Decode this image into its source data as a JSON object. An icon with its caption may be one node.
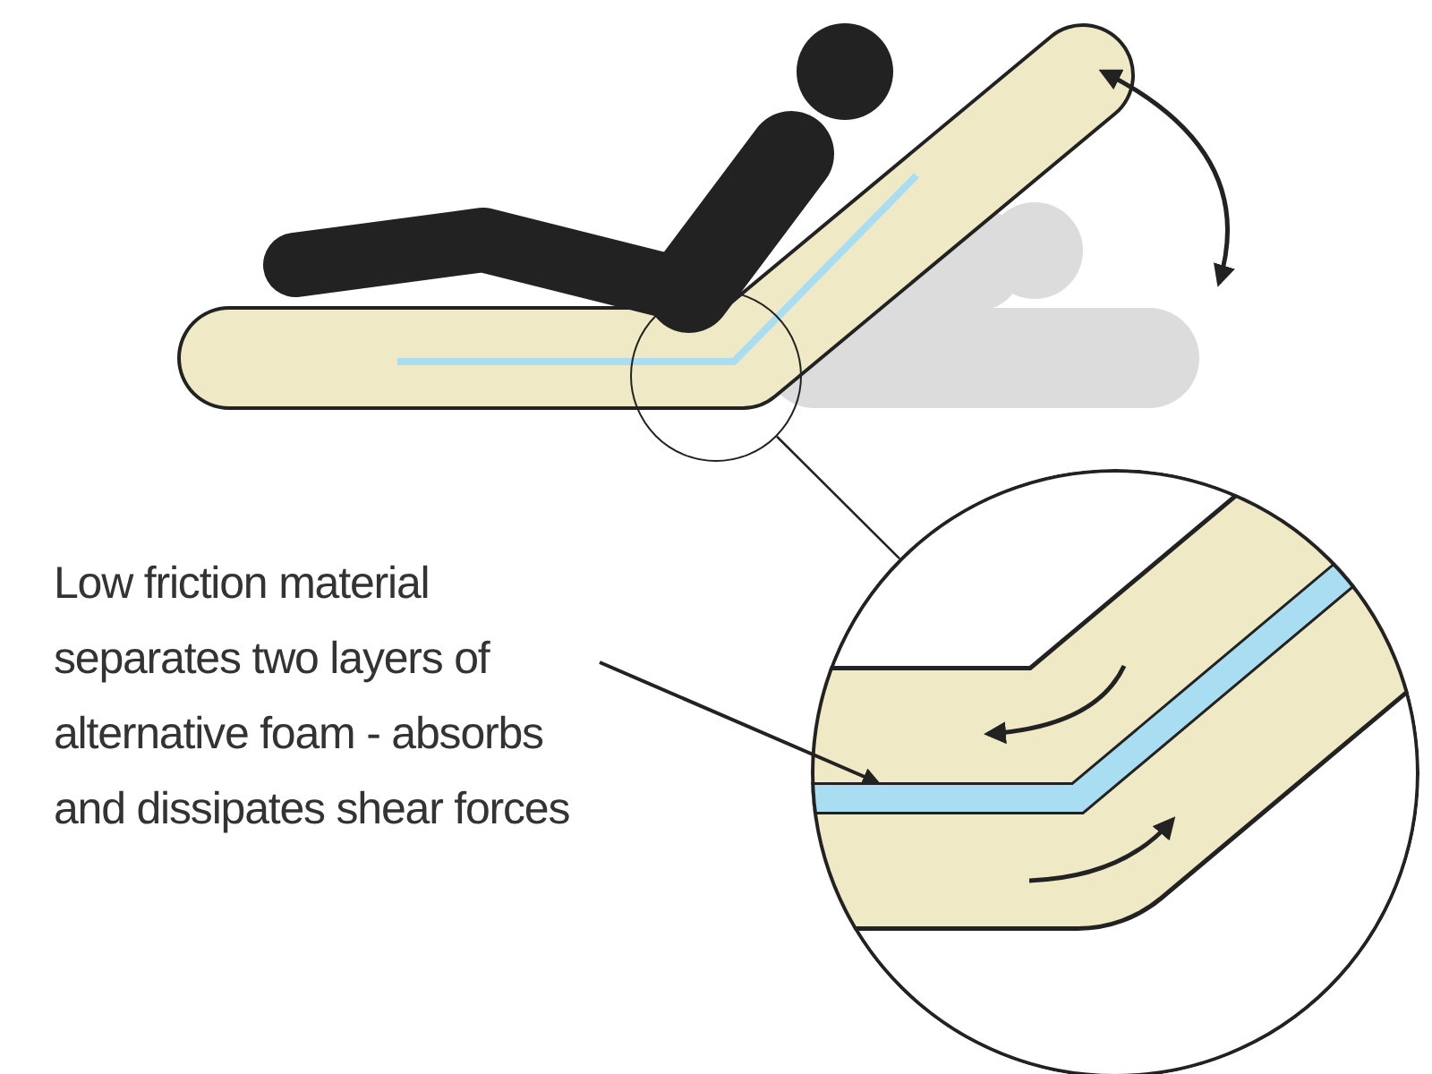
{
  "diagram": {
    "nodes": [
      {
        "text": [
          "Low friction material separates two layers of alternative foam - absorbs and dissipates shear forces"
        ]
      },
      {
        "text": [],
        "shape": "circle"
      },
      {
        "text": [],
        "shape": "circle"
      },
      {
        "text": [],
        "shape": "bar",
        "in": 2
      }
    ],
    "edges": [
      {
        "from": 0,
        "to": 3,
        "arrow": "to"
      },
      {
        "from": 1,
        "to": 2,
        "arrow": "none"
      }
    ]
  }
}
